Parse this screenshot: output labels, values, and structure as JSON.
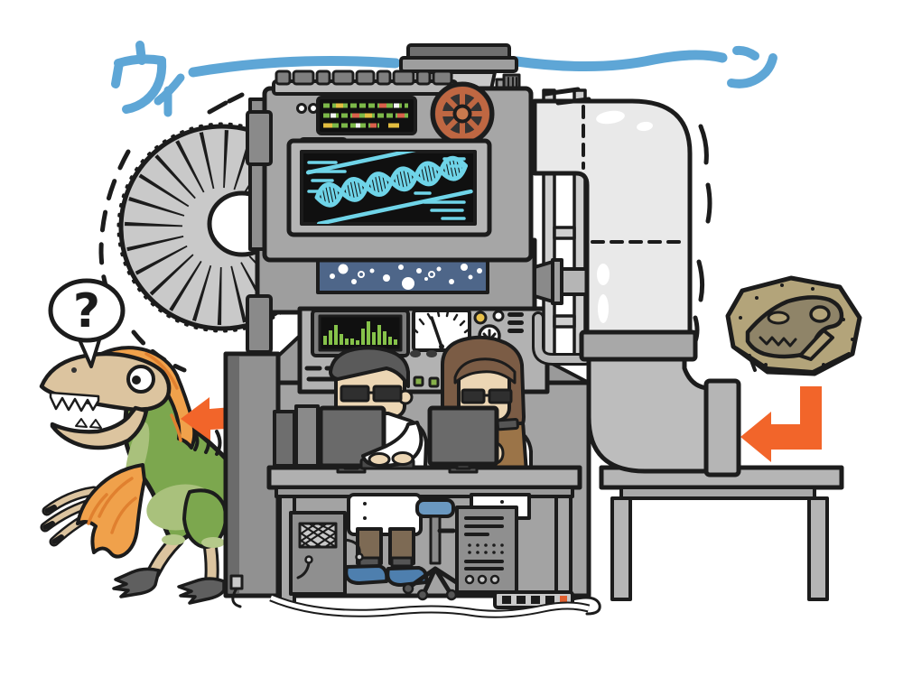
{
  "scene": {
    "description": "Cartoon of two scientists operating a giant cloning machine: a dinosaur-skull fossil is fed into an intake pipe on the right and a live feathered dinosaur walks out on the left, puzzled.",
    "background_color": "#ffffff"
  },
  "sound_effect": {
    "text": "ウィーーーン",
    "left_glyphs": "ウィ",
    "right_glyph": "ン",
    "color": "#5ea6d6"
  },
  "speech_bubble": {
    "text": "?"
  },
  "labels": {
    "machine": "cloning-machine",
    "hopper": "intake-hopper",
    "fan": "cooling-fan",
    "indicator_lights": "indicator-light-panel",
    "dna_screen": "dna-helix-screen",
    "tank_window": "specimen-tank-window",
    "eq_display": "equalizer-display",
    "analog_gauge": "analog-meter",
    "duct": "flexible-duct",
    "pipe": "intake-pipe",
    "table": "side-table",
    "fossil": "dinosaur-skull-fossil",
    "input_arrow": "fossil-into-pipe-arrow",
    "output_arrow": "dinosaur-output-arrow",
    "dinosaur": "cloned-dinosaur",
    "scientist_left": "male-scientist-typing",
    "scientist_right": "female-scientist-clipboard"
  },
  "palette": {
    "ink": "#1c1c1c",
    "machine_gray": "#a6a6a6",
    "panel_gray": "#b2b2b2",
    "cabinet_gray": "#a3a3a3",
    "pipe_light": "#e9e9e9",
    "pipe_mid": "#bdbdbd",
    "screen_black": "#101010",
    "dna_cyan": "#6fd4e8",
    "tank_blue": "#4e6689",
    "light_green": "#7cb849",
    "light_yellow": "#e3bd3f",
    "light_red": "#d9604a",
    "fan_rust": "#bf6742",
    "arrow_orange": "#f2652a",
    "dino_green": "#7ca74e",
    "dino_light_green": "#a9c17c",
    "dino_tan": "#dcc49f",
    "feather_orange": "#f0a14b",
    "feather_dark": "#e0802f",
    "fossil_tan": "#b3a47a",
    "fossil_skull": "#8f8468",
    "skin": "#ecd6b4",
    "hair_brown": "#7b5c45",
    "hair_gray": "#5a5a5a",
    "shirt_teal": "#5e8d90",
    "clipboard_brown": "#9b7448",
    "pants_brown": "#7d6a54",
    "shoe_blue": "#4e7fae",
    "chair_blue": "#6a98c0",
    "sound_blue": "#5ea6d6"
  }
}
